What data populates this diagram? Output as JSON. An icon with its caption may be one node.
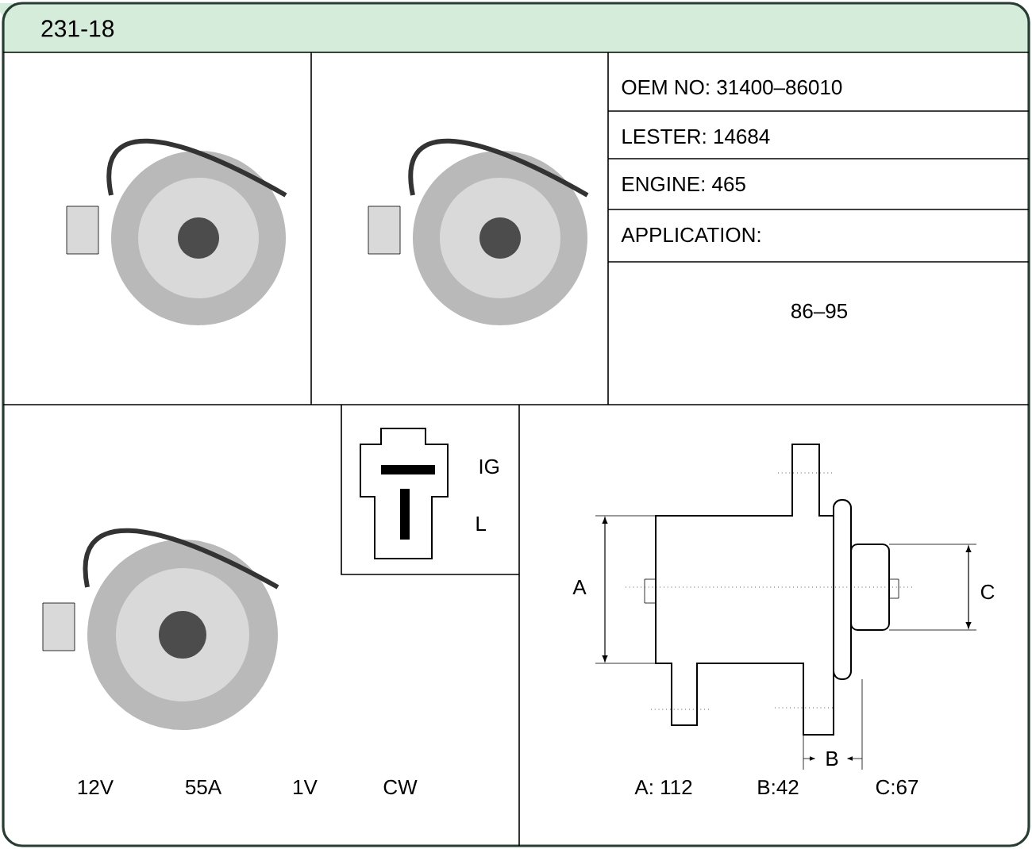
{
  "diagram": {
    "title": "231-18",
    "labels": [
      "OEM NO: 31400–86010",
      "LESTER: 14684",
      "ENGINE: 465",
      "APPLICATION:",
      "86–95",
      "IG",
      "L",
      "A",
      "C",
      "B",
      "12V",
      "55A",
      "1V",
      "CW",
      "A: 112",
      "B:42",
      "C:67"
    ]
  }
}
